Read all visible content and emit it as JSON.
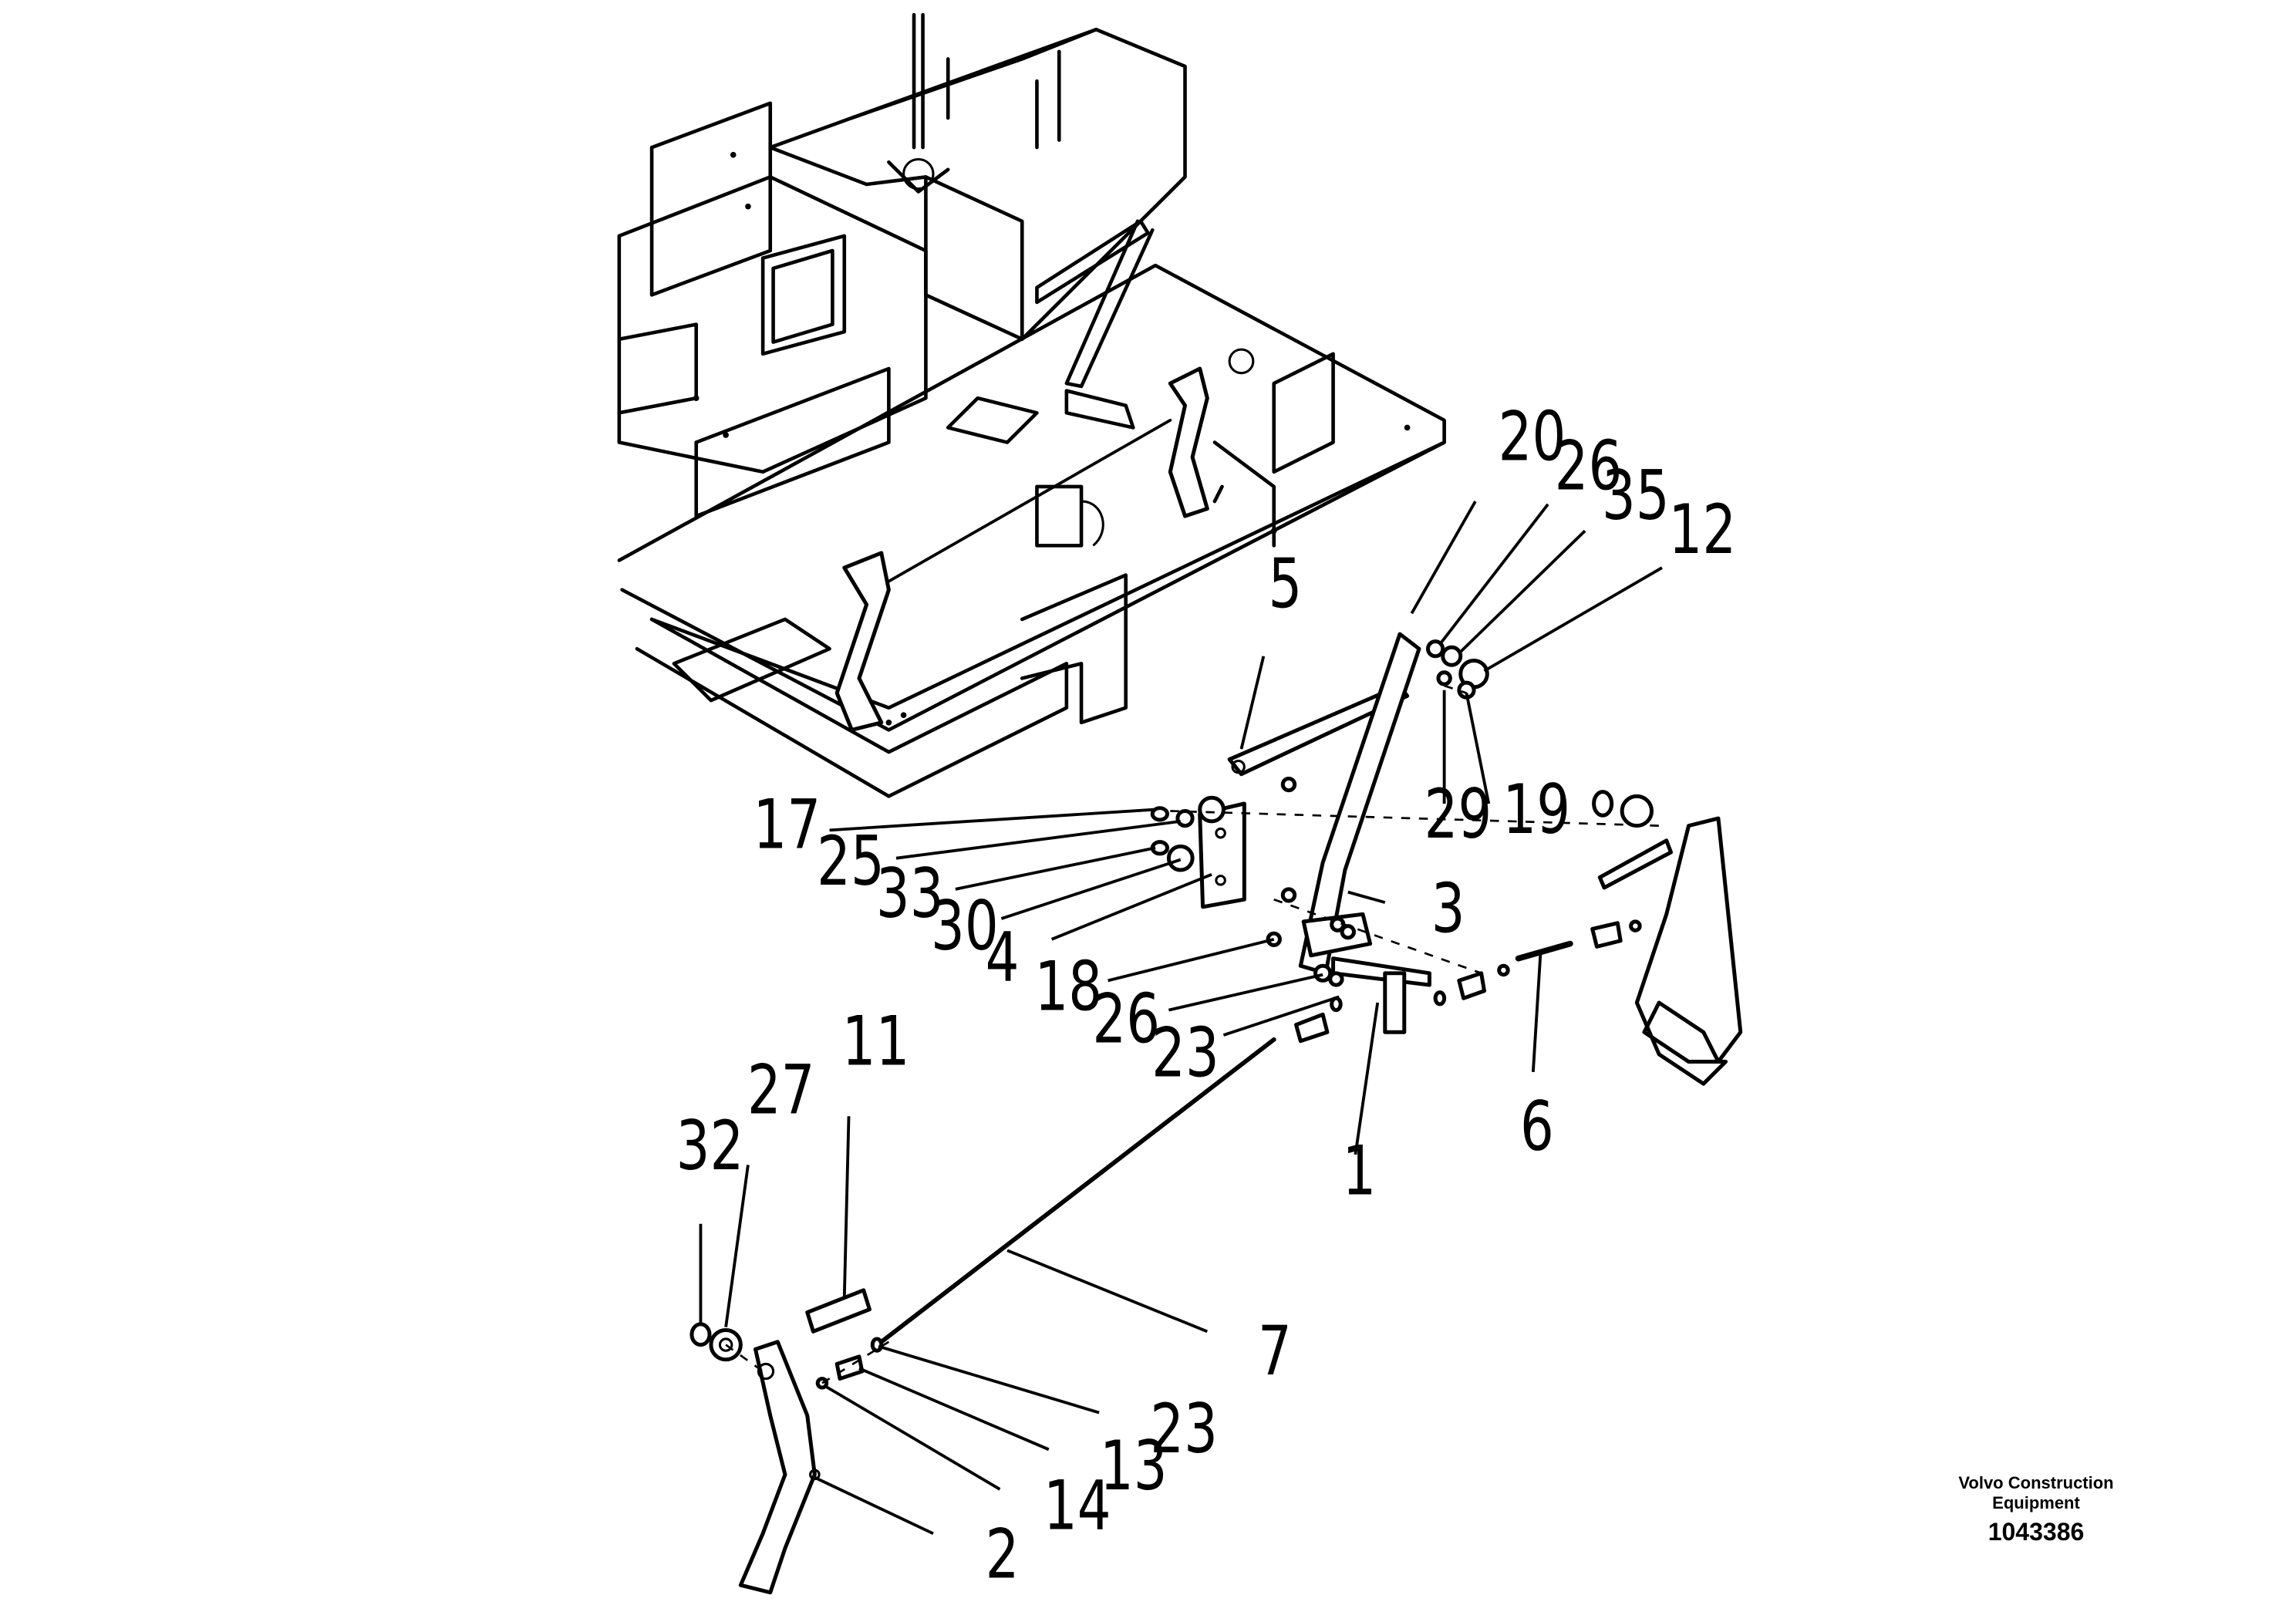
{
  "publisher": {
    "line1": "Volvo Construction",
    "line2": "Equipment"
  },
  "document_number": "1043386",
  "callouts": {
    "p1": "1",
    "p2": "2",
    "p3": "3",
    "p4": "4",
    "p5": "5",
    "p6": "6",
    "p7": "7",
    "p11": "11",
    "p12": "12",
    "p13": "13",
    "p14": "14",
    "p17": "17",
    "p18": "18",
    "p19": "19",
    "p20": "20",
    "p23a": "23",
    "p23b": "23",
    "p25": "25",
    "p26a": "26",
    "p26b": "26",
    "p27": "27",
    "p29": "29",
    "p30": "30",
    "p32": "32",
    "p33": "33",
    "p35": "35"
  }
}
